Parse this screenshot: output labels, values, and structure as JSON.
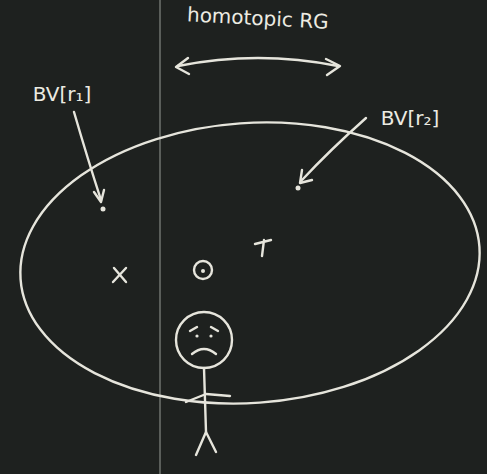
{
  "diagram": {
    "labels": [
      "homotopic RG",
      "BV[r₁]",
      "BV[r₂]"
    ]
  }
}
